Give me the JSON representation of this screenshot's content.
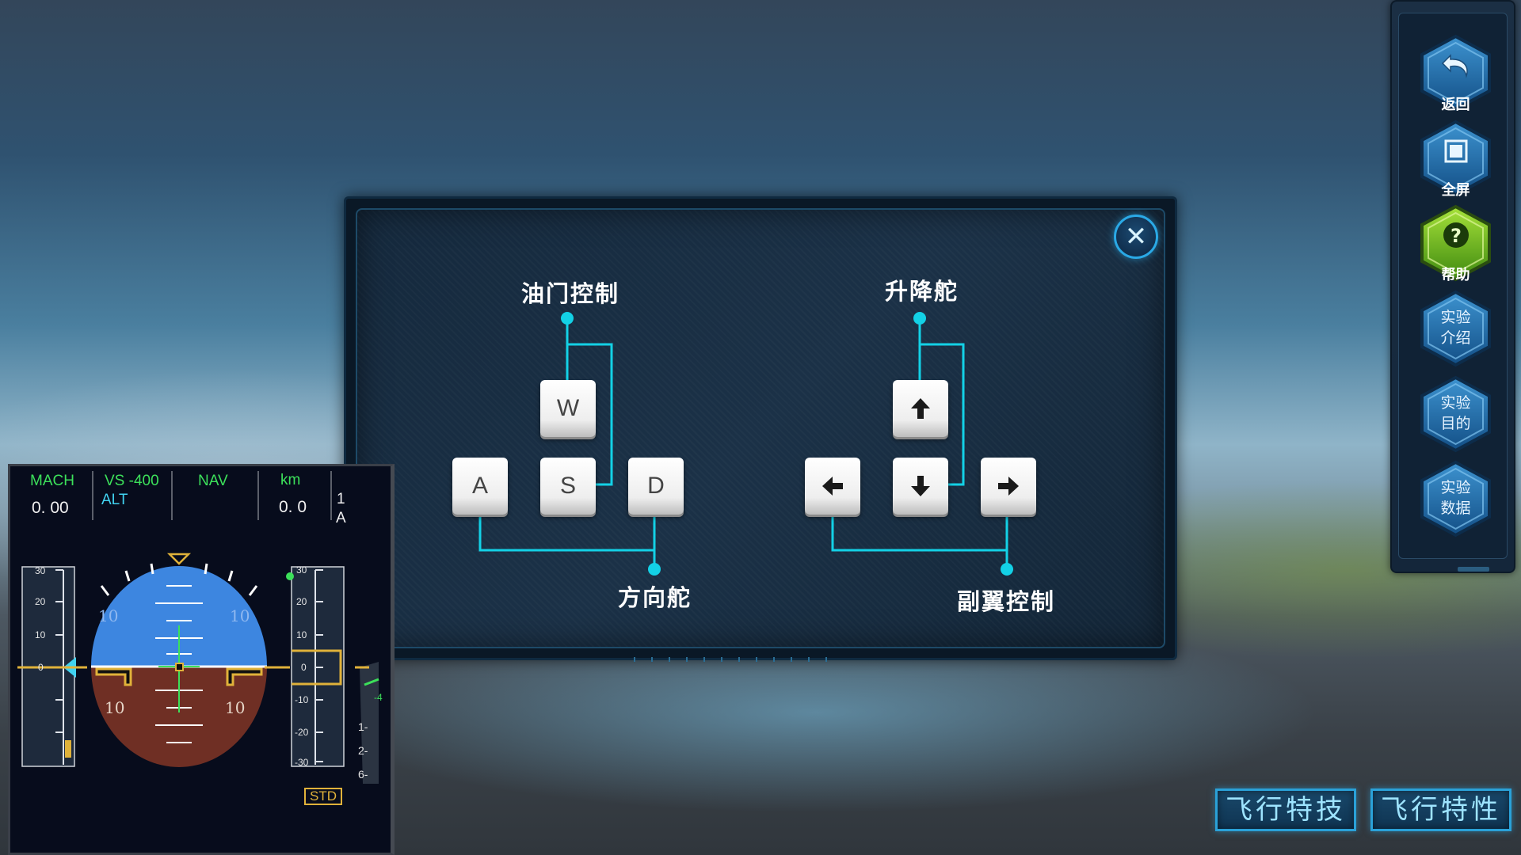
{
  "dialog": {
    "close_symbol": "✕",
    "throttle_label": "油门控制",
    "elevator_label": "升降舵",
    "rudder_label": "方向舵",
    "aileron_label": "副翼控制",
    "keys": {
      "w": "W",
      "a": "A",
      "s": "S",
      "d": "D",
      "up": "arrow-up-icon",
      "down": "arrow-down-icon",
      "left": "arrow-left-icon",
      "right": "arrow-right-icon"
    },
    "accent_color": "#13d1e6"
  },
  "sidebar": {
    "back": "返回",
    "fullscreen": "全屏",
    "help": "帮助",
    "intro_line1": "实验",
    "intro_line2": "介绍",
    "purpose_line1": "实验",
    "purpose_line2": "目的",
    "data_line1": "实验",
    "data_line2": "数据",
    "button_color": "#2a79b4",
    "help_color": "#7cc421"
  },
  "bottom_buttons": {
    "aerobatics": "飞行特技",
    "characteristics": "飞行特性"
  },
  "pfd": {
    "mach_label": "MACH",
    "mach_value": "0. 00",
    "vs_label": "VS -400",
    "alt_label": "ALT",
    "nav_label": "NAV",
    "km_label": "km",
    "km_value": "0. 0",
    "partial_1": "1",
    "partial_a": "A",
    "speed_ticks": [
      "30",
      "20",
      "10",
      "0"
    ],
    "alt_ticks": [
      "30",
      "20",
      "10",
      "0",
      "-10",
      "-20",
      "-30"
    ],
    "pitch_10": "10",
    "vs_ticks": [
      "-4",
      "1-",
      "2-",
      "6-"
    ],
    "std": "STD"
  }
}
